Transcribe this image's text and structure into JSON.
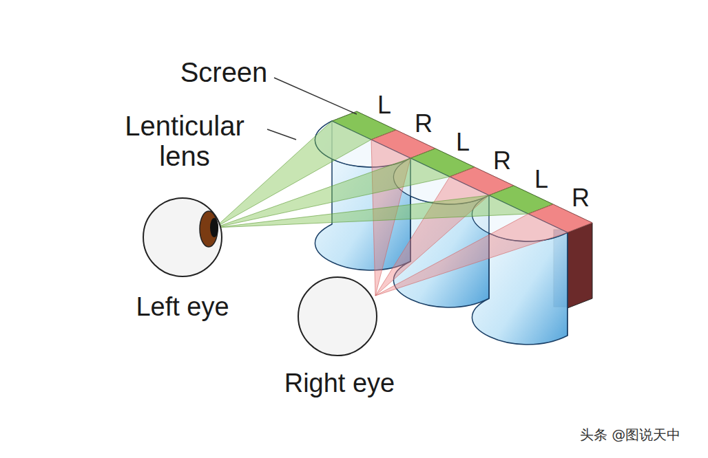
{
  "diagram": {
    "labels": [
      "Screen",
      "Lenticular lens",
      "L",
      "R",
      "L",
      "R",
      "L",
      "R",
      "Left eye",
      "Right eye",
      "头条 @图说天中"
    ]
  }
}
